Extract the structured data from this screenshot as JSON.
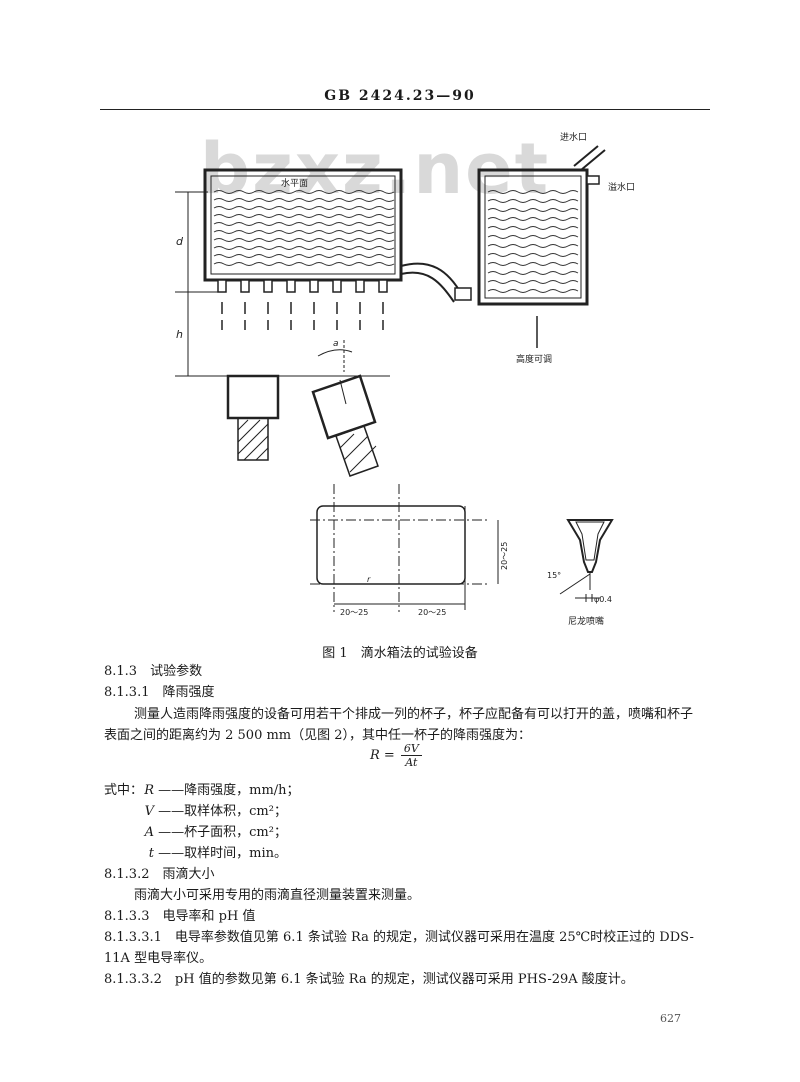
{
  "header": {
    "standard_code": "GB 2424.23—90"
  },
  "watermark": {
    "text": "bzxz.net"
  },
  "figure": {
    "labels": {
      "water_level": "水平面",
      "inlet": "进水口",
      "overflow": "溢水口",
      "height_adjustable": "高度可调",
      "dim_d": "d",
      "dim_h": "h",
      "angle_a": "a",
      "dim_20_25_a": "20～25",
      "dim_20_25_b": "20～25",
      "dim_20_25_c": "20～25",
      "angle_15": "15°",
      "phi": "φ0.4",
      "nozzle": "尼龙喷嘴",
      "r_mark": "r"
    },
    "caption": "图 1　滴水箱法的试验设备"
  },
  "body": {
    "s813": {
      "num": "8.1.3",
      "title": "试验参数"
    },
    "s8131": {
      "num": "8.1.3.1",
      "title": "降雨强度"
    },
    "para1_line1": "测量人造雨降雨强度的设备可用若干个排成一列的杯子，杯子应配备有可以打开的盖，喷嘴和杯子",
    "para1_line2": "表面之间的距离约为 2 500 mm（见图 2），其中任一杯子的降雨强度为：",
    "formula": {
      "lhs": "R =",
      "numerator": "6V",
      "denominator": "At"
    },
    "defs_intro": "式中：",
    "defs": [
      {
        "symbol": "R",
        "text": "——降雨强度，mm/h；"
      },
      {
        "symbol": "V",
        "text": "——取样体积，cm²；"
      },
      {
        "symbol": "A",
        "text": "——杯子面积，cm²；"
      },
      {
        "symbol": "t",
        "text": "——取样时间，min。"
      }
    ],
    "s8132": {
      "num": "8.1.3.2",
      "title": "雨滴大小"
    },
    "para2": "雨滴大小可采用专用的雨滴直径测量装置来测量。",
    "s8133": {
      "num": "8.1.3.3",
      "title": "电导率和 pH 值"
    },
    "s81331": {
      "num": "8.1.3.3.1",
      "line1": "电导率参数值见第 6.1 条试验 Ra 的规定，测试仪器可采用在温度 25℃时校正过的 DDS-",
      "line2": "11A 型电导率仪。"
    },
    "s81332": {
      "num": "8.1.3.3.2",
      "text": "pH 值的参数见第 6.1 条试验 Ra 的规定，测试仪器可采用 PHS-29A 酸度计。"
    }
  },
  "footer": {
    "page_number": "627"
  }
}
